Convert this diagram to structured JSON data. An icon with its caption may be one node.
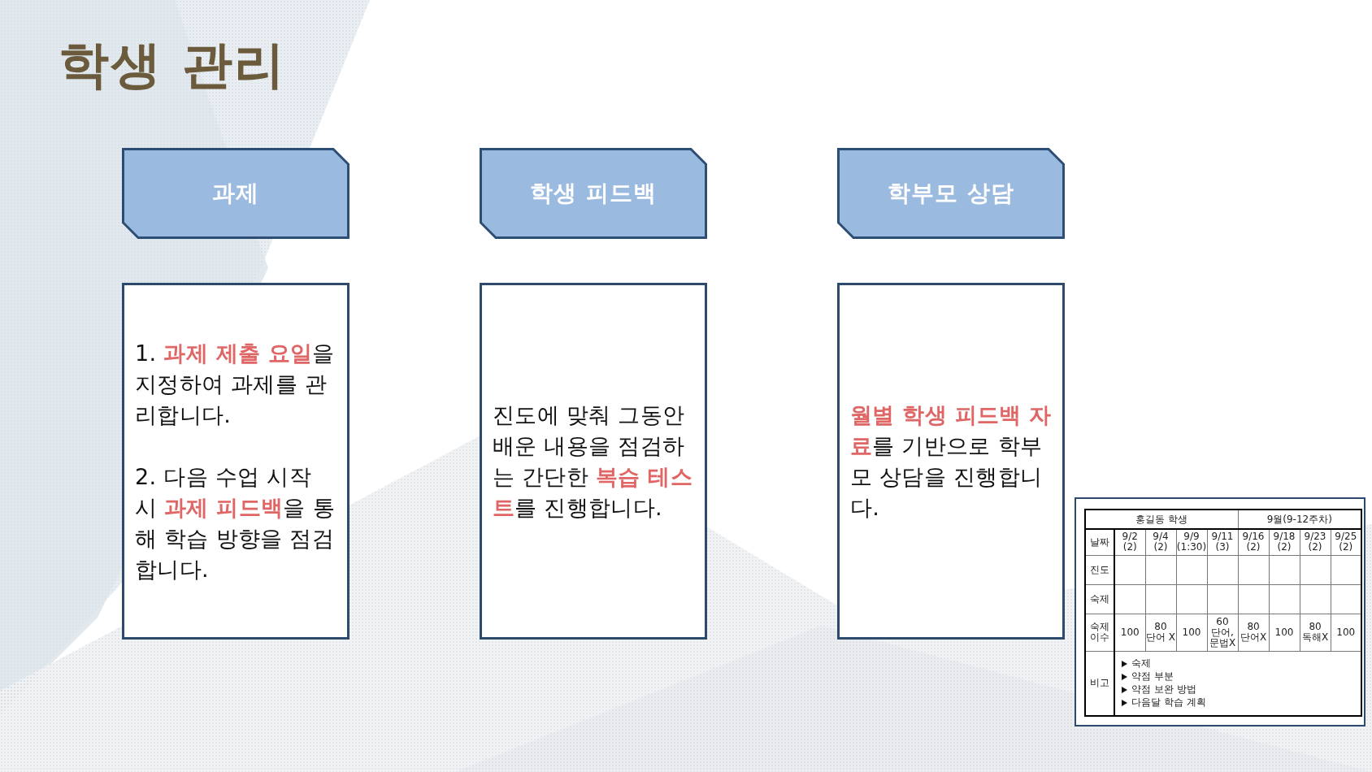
{
  "diagram": {
    "title": "학생 관리",
    "nodes": [
      {
        "text": [
          "과제"
        ]
      },
      {
        "text": [
          "학생 피드백"
        ]
      },
      {
        "text": [
          "학부모 상담"
        ]
      },
      {
        "text": [
          "1. **과제 제출 요일**을 지정하여 과제를 관리합니다.",
          "2. 다음 수업 시작 시 **과제 피드백**을 통해 학습 방향을 점검합니다."
        ]
      },
      {
        "text": [
          "진도에 맞춰 그동안 배운 내용을 점검하는 간단한 **복습 테스트**를 진행합니다."
        ]
      },
      {
        "text": [
          "**월별 학생 피드백 자료**를 기반으로 학부모 상담을 진행합니다."
        ]
      },
      {
        "text": [],
        "shape": "picture"
      }
    ],
    "labels": [
      "홍길동 학생",
      "9월(9-12주차)",
      "날짜",
      "9/2 (2)",
      "9/4 (2)",
      "9/9 (1:30)",
      "9/11 (3)",
      "9/16 (2)",
      "9/18 (2)",
      "9/23 (2)",
      "9/25 (2)",
      "진도",
      "숙제",
      "숙제 이수",
      "100",
      "80 단어 X",
      "100",
      "60 단어, 문법X",
      "80 단어X",
      "100",
      "80 독해X",
      "100",
      "비고",
      "숙제",
      "약점 부분",
      "약점 보완 방법",
      "다음달 학습 계획"
    ]
  }
}
